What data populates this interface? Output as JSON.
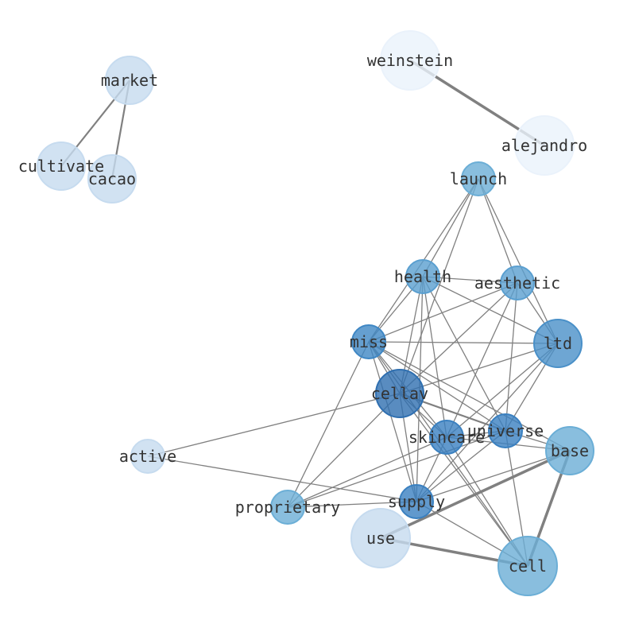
{
  "graph": {
    "nodes": [
      {
        "id": "market",
        "label": "market",
        "color": "#c6dbef"
      },
      {
        "id": "cultivate",
        "label": "cultivate",
        "color": "#c6dbef"
      },
      {
        "id": "cacao",
        "label": "cacao",
        "color": "#c6dbef"
      },
      {
        "id": "weinstein",
        "label": "weinstein",
        "color": "#eaf2fb"
      },
      {
        "id": "alejandro",
        "label": "alejandro",
        "color": "#eaf2fb"
      },
      {
        "id": "launch",
        "label": "launch",
        "color": "#6baed6"
      },
      {
        "id": "health",
        "label": "health",
        "color": "#5a9fd0"
      },
      {
        "id": "aesthetic",
        "label": "aesthetic",
        "color": "#5a9fd0"
      },
      {
        "id": "miss",
        "label": "miss",
        "color": "#3f87c4"
      },
      {
        "id": "ltd",
        "label": "ltd",
        "color": "#4a90c8"
      },
      {
        "id": "cellav",
        "label": "cellav",
        "color": "#2f6fb0"
      },
      {
        "id": "skincare",
        "label": "skincare",
        "color": "#3a80c0"
      },
      {
        "id": "universe",
        "label": "universe",
        "color": "#3a80c0"
      },
      {
        "id": "base",
        "label": "base",
        "color": "#6baed6"
      },
      {
        "id": "active",
        "label": "active",
        "color": "#c6dbef"
      },
      {
        "id": "proprietary",
        "label": "proprietary",
        "color": "#6baed6"
      },
      {
        "id": "supply",
        "label": "supply",
        "color": "#3a80c0"
      },
      {
        "id": "use",
        "label": "use",
        "color": "#c6dbef"
      },
      {
        "id": "cell",
        "label": "cell",
        "color": "#6baed6"
      }
    ],
    "edges": [
      [
        "market",
        "cultivate",
        1
      ],
      [
        "market",
        "cacao",
        1
      ],
      [
        "weinstein",
        "alejandro",
        2
      ],
      [
        "launch",
        "health",
        0
      ],
      [
        "launch",
        "miss",
        0
      ],
      [
        "launch",
        "cellav",
        0
      ],
      [
        "launch",
        "aesthetic",
        0
      ],
      [
        "launch",
        "ltd",
        0
      ],
      [
        "health",
        "aesthetic",
        0
      ],
      [
        "health",
        "miss",
        0
      ],
      [
        "health",
        "cellav",
        0
      ],
      [
        "health",
        "skincare",
        0
      ],
      [
        "health",
        "universe",
        0
      ],
      [
        "health",
        "ltd",
        0
      ],
      [
        "health",
        "supply",
        0
      ],
      [
        "aesthetic",
        "miss",
        0
      ],
      [
        "aesthetic",
        "cellav",
        0
      ],
      [
        "aesthetic",
        "ltd",
        0
      ],
      [
        "aesthetic",
        "skincare",
        0
      ],
      [
        "aesthetic",
        "universe",
        0
      ],
      [
        "miss",
        "ltd",
        0
      ],
      [
        "miss",
        "cellav",
        0
      ],
      [
        "miss",
        "skincare",
        0
      ],
      [
        "miss",
        "universe",
        0
      ],
      [
        "miss",
        "supply",
        0
      ],
      [
        "miss",
        "proprietary",
        0
      ],
      [
        "miss",
        "cell",
        0
      ],
      [
        "miss",
        "base",
        0
      ],
      [
        "ltd",
        "cellav",
        0
      ],
      [
        "ltd",
        "skincare",
        0
      ],
      [
        "ltd",
        "universe",
        0
      ],
      [
        "ltd",
        "supply",
        0
      ],
      [
        "cellav",
        "universe",
        1
      ],
      [
        "cellav",
        "skincare",
        0
      ],
      [
        "cellav",
        "supply",
        0
      ],
      [
        "cellav",
        "proprietary",
        0
      ],
      [
        "cellav",
        "active",
        0
      ],
      [
        "cellav",
        "cell",
        0
      ],
      [
        "skincare",
        "universe",
        0
      ],
      [
        "skincare",
        "supply",
        0
      ],
      [
        "skincare",
        "proprietary",
        0
      ],
      [
        "skincare",
        "cell",
        0
      ],
      [
        "skincare",
        "base",
        0
      ],
      [
        "universe",
        "supply",
        0
      ],
      [
        "universe",
        "proprietary",
        0
      ],
      [
        "universe",
        "cell",
        0
      ],
      [
        "universe",
        "base",
        0
      ],
      [
        "supply",
        "proprietary",
        0
      ],
      [
        "supply",
        "base",
        0
      ],
      [
        "supply",
        "cell",
        0
      ],
      [
        "active",
        "supply",
        0
      ],
      [
        "use",
        "base",
        2
      ],
      [
        "use",
        "cell",
        2
      ],
      [
        "base",
        "cell",
        2
      ]
    ],
    "edge_color": "#808080"
  }
}
